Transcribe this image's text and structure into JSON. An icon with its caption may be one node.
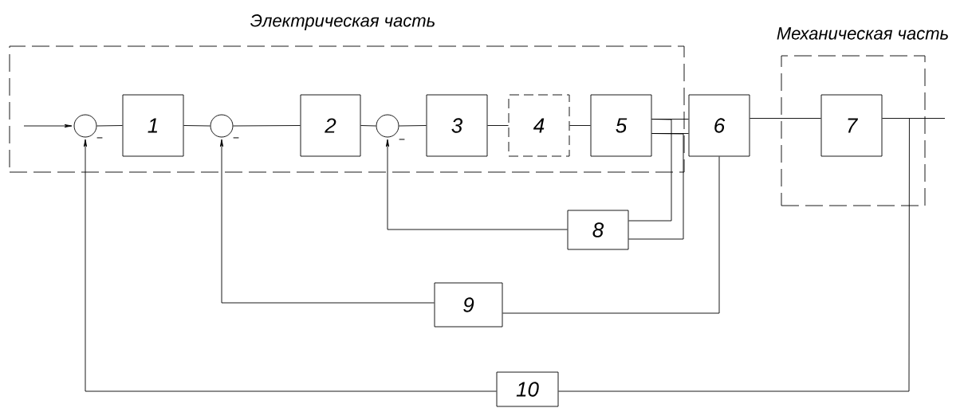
{
  "diagram": {
    "nodes": [
      {
        "text": [
          "Электрическая часть"
        ]
      },
      {
        "text": [
          "Механическая часть"
        ]
      },
      {
        "text": [],
        "shape": "circle",
        "in": 0,
        "beside": [
          "−"
        ]
      },
      {
        "text": [
          "1"
        ],
        "in": 0
      },
      {
        "text": [],
        "shape": "circle",
        "in": 0,
        "beside": [
          "−"
        ]
      },
      {
        "text": [
          "2"
        ],
        "in": 0
      },
      {
        "text": [],
        "shape": "circle",
        "in": 0,
        "beside": [
          "−"
        ]
      },
      {
        "text": [
          "3"
        ],
        "in": 0
      },
      {
        "text": [
          "4"
        ],
        "in": 0
      },
      {
        "text": [
          "5"
        ],
        "in": 0
      },
      {
        "text": [
          "6"
        ]
      },
      {
        "text": [
          "7"
        ],
        "in": 1
      },
      {
        "text": [
          "8"
        ]
      },
      {
        "text": [
          "9"
        ]
      },
      {
        "text": [
          "10"
        ]
      }
    ],
    "edges": [
      {
        "from": null,
        "to": 2,
        "arrow": "to"
      },
      {
        "from": 2,
        "to": 3,
        "arrow": "none"
      },
      {
        "from": 3,
        "to": 4,
        "arrow": "none"
      },
      {
        "from": 4,
        "to": 5,
        "arrow": "none"
      },
      {
        "from": 5,
        "to": 6,
        "arrow": "none"
      },
      {
        "from": 6,
        "to": 7,
        "arrow": "none"
      },
      {
        "from": 7,
        "to": 8,
        "arrow": "none"
      },
      {
        "from": 8,
        "to": 9,
        "arrow": "none"
      },
      {
        "from": 9,
        "to": 10,
        "arrow": "none"
      },
      {
        "from": 9,
        "to": 10,
        "arrow": "none"
      },
      {
        "from": 10,
        "to": 11,
        "arrow": "none"
      },
      {
        "from": 11,
        "to": null,
        "arrow": "none"
      },
      {
        "from": 9,
        "to": 12,
        "arrow": "none"
      },
      {
        "from": 9,
        "to": 12,
        "arrow": "none"
      },
      {
        "from": 12,
        "to": 6,
        "arrow": "to"
      },
      {
        "from": 10,
        "to": 13,
        "arrow": "none"
      },
      {
        "from": 13,
        "to": 4,
        "arrow": "to"
      },
      {
        "from": 11,
        "to": 14,
        "arrow": "none"
      },
      {
        "from": 14,
        "to": 2,
        "arrow": "to"
      }
    ]
  }
}
